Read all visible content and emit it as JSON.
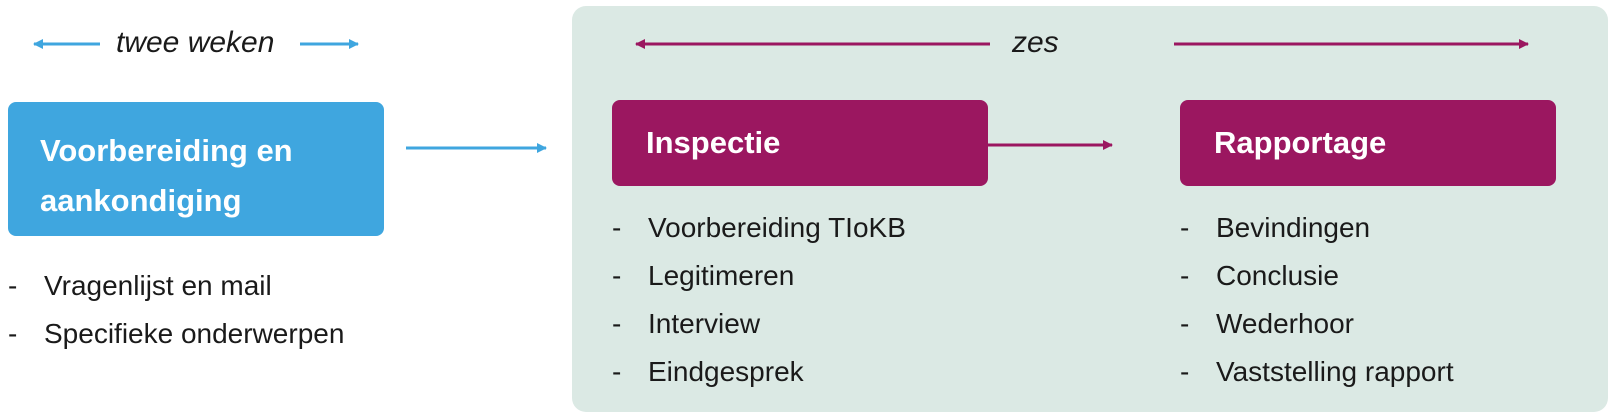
{
  "durations": {
    "first": "twee weken",
    "second": "zes"
  },
  "boxes": {
    "voorbereiding": {
      "line1": "Voorbereiding en",
      "line2": "aankondiging"
    },
    "inspectie": {
      "label": "Inspectie"
    },
    "rapportage": {
      "label": "Rapportage"
    }
  },
  "lists": {
    "voorbereiding": [
      "Vragenlijst en mail",
      "Specifieke onderwerpen"
    ],
    "inspectie": [
      "Voorbereiding TIoKB",
      "Legitimeren",
      "Interview",
      "Eindgesprek"
    ],
    "rapportage": [
      "Bevindingen",
      "Conclusie",
      "Wederhoor",
      "Vaststelling rapport"
    ]
  },
  "bullet_marker": "-",
  "colors": {
    "blue": "#3fa6df",
    "purple": "#9b1760",
    "panel": "#dbe9e4"
  }
}
